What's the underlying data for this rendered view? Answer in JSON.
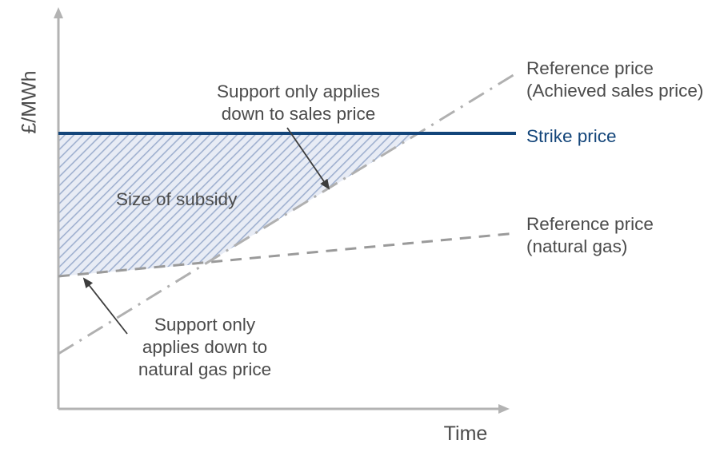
{
  "chart_data": {
    "type": "line",
    "title": "",
    "xlabel": "Time",
    "ylabel": "£/MWh",
    "grid": false,
    "legend_position": "right-of-plot",
    "xlim": [
      0,
      100
    ],
    "ylim": [
      0,
      100
    ],
    "series": [
      {
        "name": "Strike price",
        "style": "solid",
        "color": "#13457a",
        "x": [
          0,
          100
        ],
        "values": [
          70,
          70
        ]
      },
      {
        "name": "Reference price (Achieved sales price)",
        "style": "dash-dot",
        "color": "#b0b0b0",
        "x": [
          0,
          100
        ],
        "values": [
          15,
          90
        ]
      },
      {
        "name": "Reference price (natural gas)",
        "style": "dashed",
        "color": "#9a9a9a",
        "x": [
          0,
          100
        ],
        "values": [
          36,
          48
        ]
      }
    ],
    "shaded_regions": [
      {
        "name": "Size of subsidy",
        "label": "Size of subsidy",
        "fill": "#dfe4f0",
        "hatch": "///",
        "upper_bound": "Strike price",
        "lower_bound": "max(Reference price natural gas, Reference price achieved sales price)"
      }
    ],
    "annotations": [
      {
        "id": "sales-price-note",
        "text_lines": [
          "Support only applies",
          "down to sales price"
        ],
        "points_to": "Reference price (Achieved sales price)"
      },
      {
        "id": "natural-gas-note",
        "text_lines": [
          "Support only",
          "applies down to",
          "natural gas price"
        ],
        "points_to": "Reference price (natural gas)"
      }
    ]
  },
  "axes": {
    "y_label": "£/MWh",
    "x_label": "Time"
  },
  "legend": {
    "items": [
      {
        "id": "ref-achieved",
        "line1": "Reference price",
        "line2": "(Achieved sales price)",
        "color": "#4b4b4b"
      },
      {
        "id": "strike",
        "line1": "Strike price",
        "line2": "",
        "color": "#13457a"
      },
      {
        "id": "ref-gas",
        "line1": "Reference price",
        "line2": "(natural gas)",
        "color": "#4b4b4b"
      }
    ]
  },
  "annotations": {
    "sales_note_line1": "Support only applies",
    "sales_note_line2": "down to sales price",
    "gas_note_line1": "Support only",
    "gas_note_line2": "applies down to",
    "gas_note_line3": "natural gas price",
    "subsidy_label": "Size of subsidy"
  },
  "colors": {
    "strike_price": "#13457a",
    "reference_gas": "#9a9a9a",
    "reference_achieved": "#b0b0b0",
    "axis": "#b3b3b3",
    "subsidy_fill": "#dfe4f0",
    "text": "#4b4b4b",
    "arrow": "#3d3d3d"
  }
}
